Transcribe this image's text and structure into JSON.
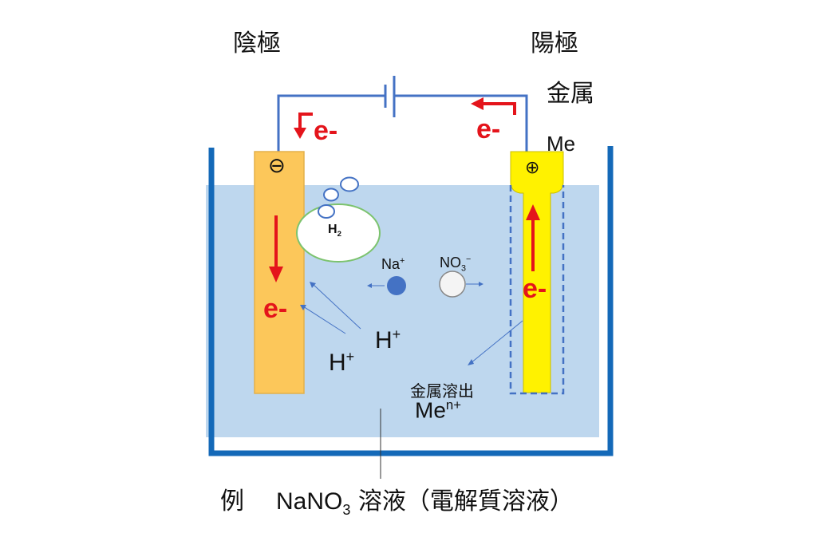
{
  "labels": {
    "cathode": "陰極",
    "anode": "陽極",
    "metal": "金属",
    "metal_symbol": "Me",
    "cathode_sign": "⊖",
    "anode_sign": "⊕",
    "electron": "e-",
    "h2": "H",
    "h2_sub": "2",
    "na_ion": "Na",
    "na_sup": "+",
    "no3_ion": "NO",
    "no3_sub": "3",
    "no3_sup": "−",
    "h_ion": "H",
    "h_sup": "+",
    "dissolve": "金属溶出",
    "me_ion": "Me",
    "me_sup": "n+",
    "caption_prefix": "例",
    "caption_formula": "NaNO",
    "caption_sub": "3",
    "caption_rest": " 溶液（電解質溶液）"
  },
  "colors": {
    "tank": "#1469b8",
    "wire": "#4472c4",
    "solution": "#bed7ee",
    "cathode_fill": "#fcc75a",
    "anode_fill": "#fff200",
    "electron": "#e4141b",
    "na_ball": "#4472c4"
  }
}
